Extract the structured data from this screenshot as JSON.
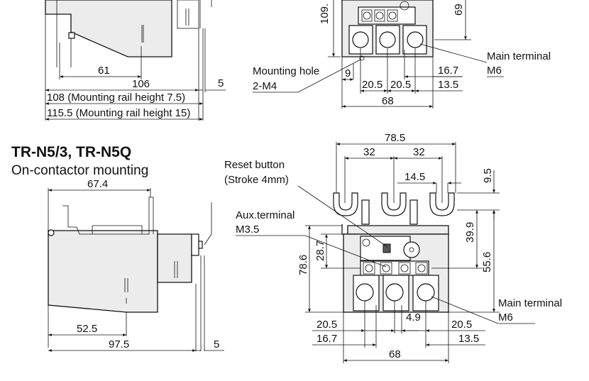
{
  "section_title": "TR-N5/3, TR-N5Q",
  "section_subtitle": "On-contactor mounting",
  "top_side": {
    "dim_61": "61",
    "dim_106": "106",
    "dim_5": "5",
    "note_108": "108 (Mounting rail height 7.5)",
    "note_115": "115.5 (Mounting rail height 15)"
  },
  "top_front": {
    "dim_109": "109.",
    "dim_69": "69",
    "mounting_hole": "Mounting hole",
    "mounting_hole_size": "2-M4",
    "dim_9": "9",
    "dim_20_5_a": "20.5",
    "dim_20_5_b": "20.5",
    "dim_16_7": "16.7",
    "dim_13_5": "13.5",
    "dim_68": "68",
    "main_terminal": "Main terminal",
    "main_terminal_size": "M6"
  },
  "bottom_side": {
    "dim_67_4": "67.4",
    "dim_52_5": "52.5",
    "dim_97_5": "97.5",
    "dim_5": "5"
  },
  "bottom_front": {
    "reset_button": "Reset button",
    "reset_stroke": "(Stroke 4mm)",
    "aux_terminal": "Aux.terminal",
    "aux_terminal_size": "M3.5",
    "dim_78_5": "78.5",
    "dim_32_a": "32",
    "dim_32_b": "32",
    "dim_14_5": "14.5",
    "dim_9_5": "9.5",
    "dim_39_9": "39.9",
    "dim_55_6": "55.6",
    "dim_78_6": "78.6",
    "dim_28_7": "28.7",
    "dim_20_5_l": "20.5",
    "dim_16_7": "16.7",
    "dim_4_9": "4.9",
    "dim_20_5_r": "20.5",
    "dim_13_5": "13.5",
    "dim_68": "68",
    "main_terminal": "Main terminal",
    "main_terminal_size": "M6"
  }
}
